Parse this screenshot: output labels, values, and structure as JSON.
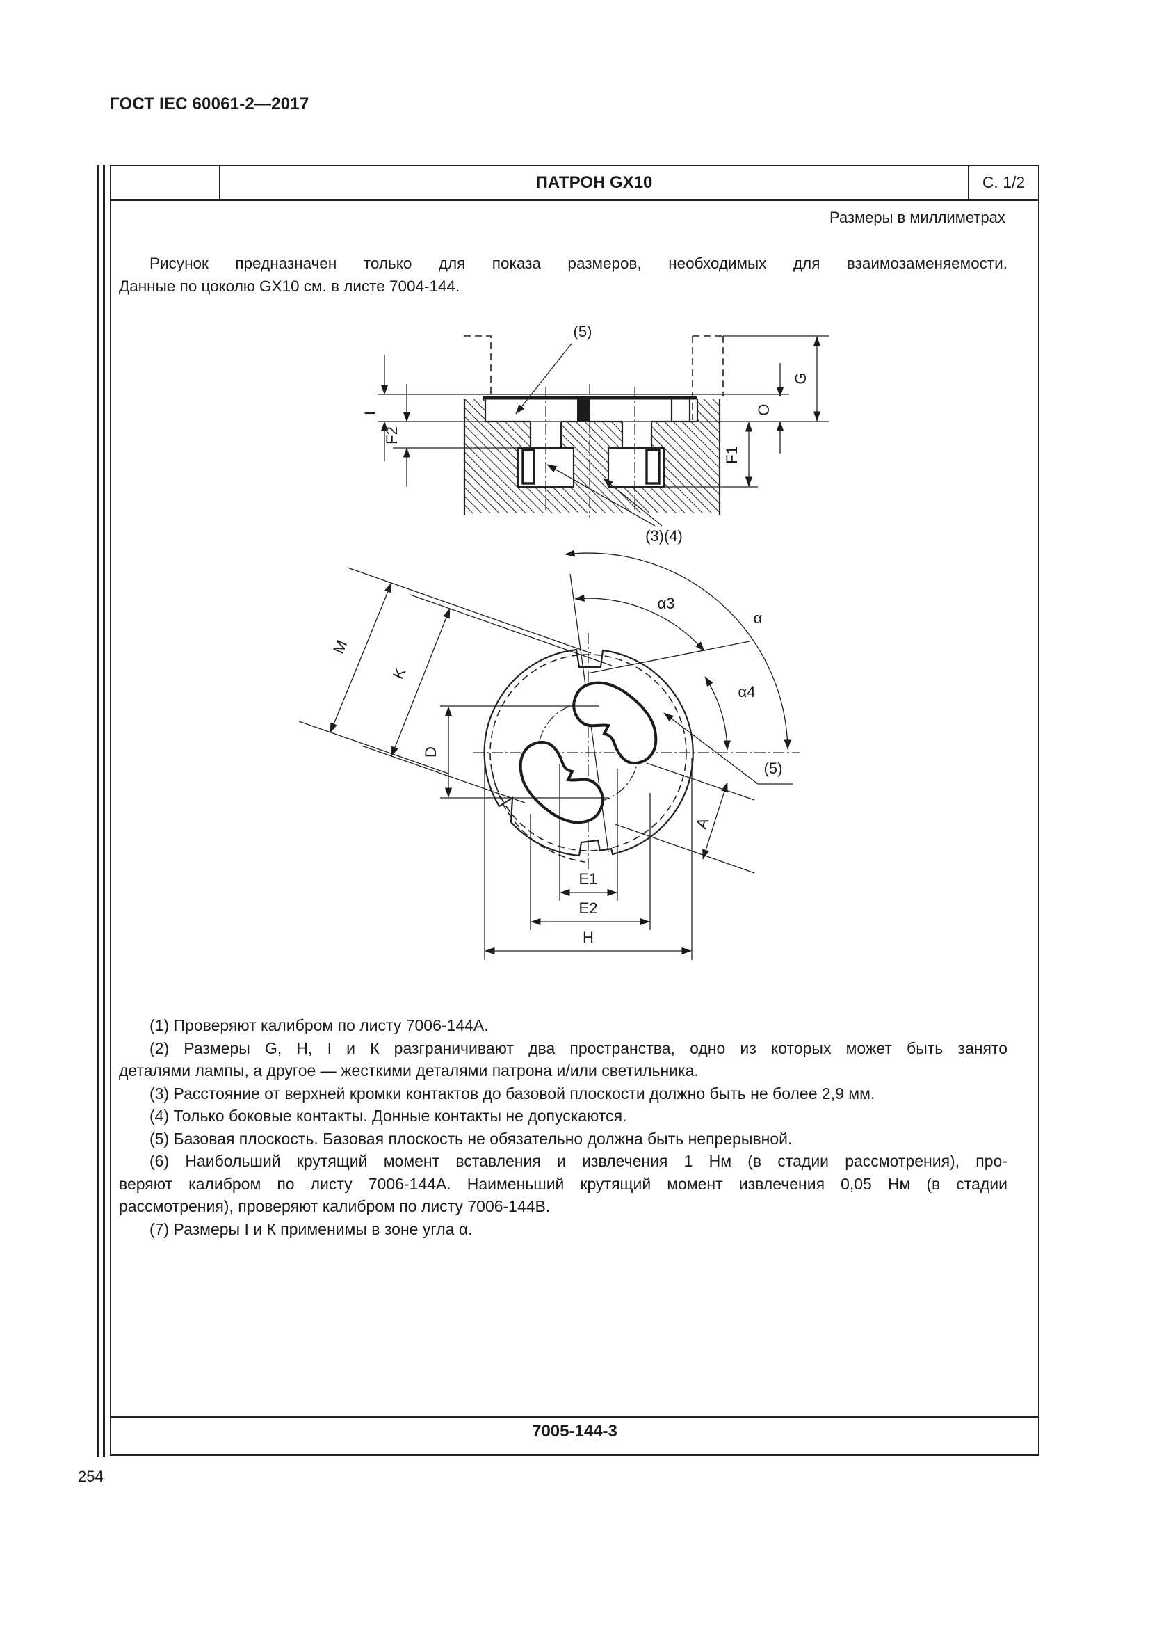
{
  "page": {
    "standard_code": "ГОСТ IEC 60061-2—2017",
    "page_number": "254"
  },
  "sheet": {
    "header": {
      "title": "ПАТРОН GX10",
      "page_ref": "С. 1/2"
    },
    "units_note": "Размеры в миллиметрах",
    "intro_lines": [
      "Рисунок предназначен только для показа размеров, необходимых для взаимозаменяемости.",
      "Данные по цоколю GX10 см. в листе 7004-144."
    ],
    "notes": [
      {
        "lines": [
          "(1) Проверяют калибром по листу 7006-144А."
        ]
      },
      {
        "lines": [
          "(2) Размеры G, H, I и К разграничивают два пространства, одно из которых может быть занято",
          "деталями лампы, а другое — жесткими деталями патрона и/или светильника."
        ]
      },
      {
        "lines": [
          "(3) Расстояние от верхней кромки контактов до базовой плоскости должно быть не более 2,9 мм."
        ]
      },
      {
        "lines": [
          "(4) Только боковые контакты. Донные контакты не допускаются."
        ]
      },
      {
        "lines": [
          "(5) Базовая плоскость. Базовая плоскость не обязательно должна быть непрерывной."
        ]
      },
      {
        "lines": [
          "(6) Наибольший крутящий момент вставления и извлечения 1 Нм (в стадии рассмотрения), про-",
          "веряют калибром по листу 7006-144А. Наименьший крутящий момент извлечения 0,05 Нм (в стадии",
          "рассмотрения), проверяют калибром по листу 7006-144В."
        ]
      },
      {
        "lines": [
          "(7) Размеры I и К применимы в зоне угла α."
        ]
      }
    ],
    "sheet_number": "7005-144-3",
    "drawing": {
      "labels": {
        "ref5": "(5)",
        "ref34": "(3)(4)",
        "i": "I",
        "f2": "F2",
        "f1": "F1",
        "o": "O",
        "g": "G",
        "m": "M",
        "k": "K",
        "d": "D",
        "e1": "E1",
        "e2": "E2",
        "h": "H",
        "a": "A",
        "alpha3": "α3",
        "alpha4": "α4",
        "alpha": "α"
      }
    }
  }
}
